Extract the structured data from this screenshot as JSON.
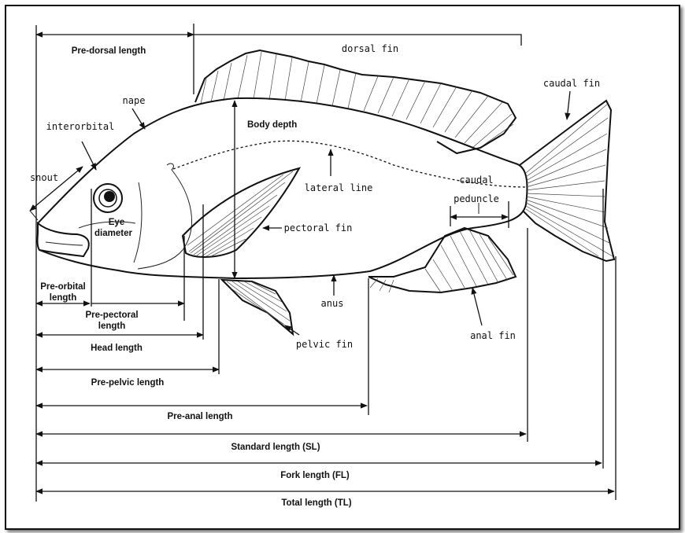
{
  "labels": {
    "pre_dorsal_length": "Pre-dorsal length",
    "dorsal_fin": "dorsal fin",
    "caudal_fin": "caudal fin",
    "nape": "nape",
    "body_depth": "Body depth",
    "interorbital": "interorbital",
    "snout": "snout",
    "eye_diameter_1": "Eye",
    "eye_diameter_2": "diameter",
    "lateral_line": "lateral line",
    "caudal_peduncle_1": "caudal",
    "caudal_peduncle_2": "peduncle",
    "pectoral_fin": "pectoral fin",
    "pre_orbital_1": "Pre-orbital",
    "pre_orbital_2": "length",
    "anus": "anus",
    "pre_pectoral_1": "Pre-pectoral",
    "pre_pectoral_2": "length",
    "pelvic_fin": "pelvic fin",
    "anal_fin": "anal fin",
    "head_length": "Head length",
    "pre_pelvic_length": "Pre-pelvic length",
    "pre_anal_length": "Pre-anal length",
    "standard_length": "Standard length (SL)",
    "fork_length": "Fork length (FL)",
    "total_length": "Total length (TL)"
  }
}
